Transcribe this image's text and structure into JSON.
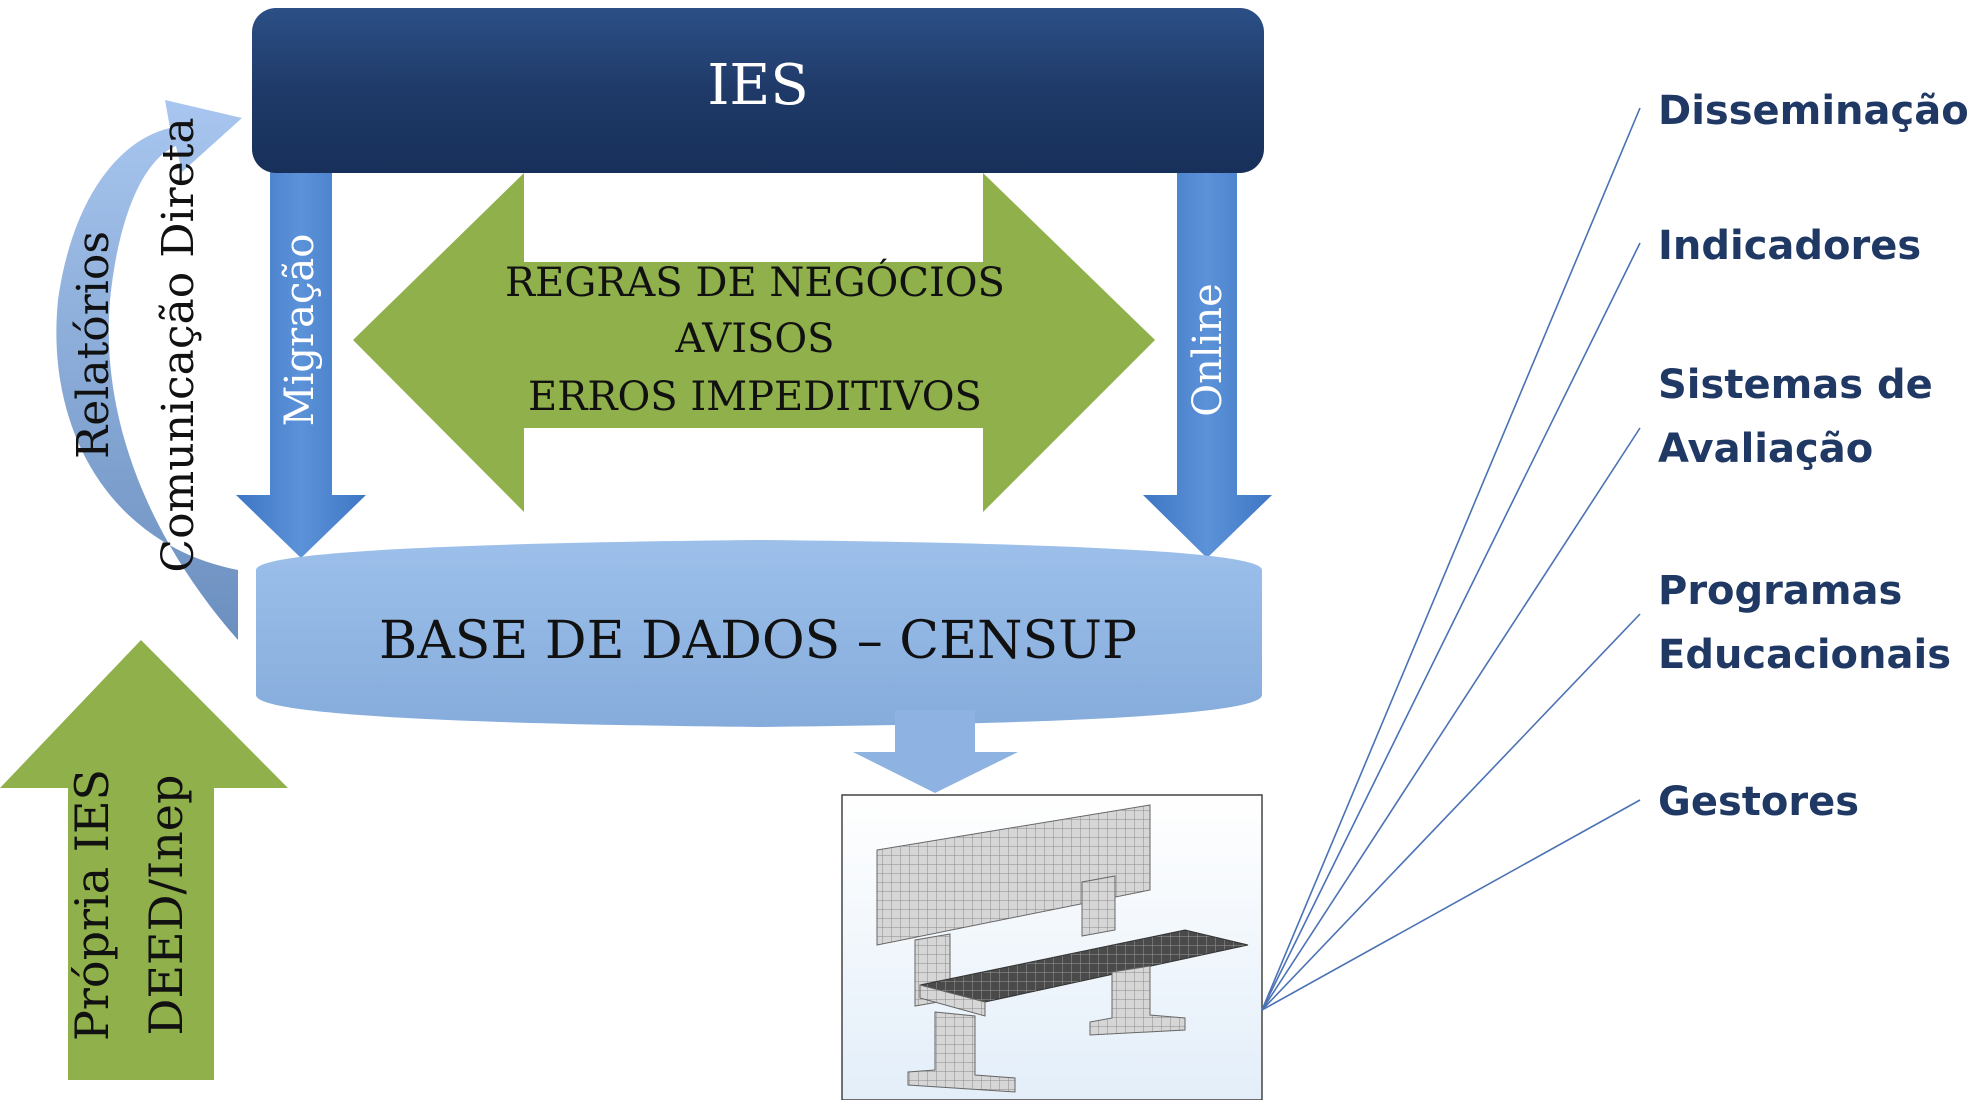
{
  "ies": {
    "label": "IES"
  },
  "rules": {
    "lines": [
      "REGRAS DE NEGÓCIOS",
      "AVISOS",
      "ERROS IMPEDITIVOS"
    ]
  },
  "left_arrow": {
    "label": "Migração"
  },
  "right_arrow": {
    "label": "Online"
  },
  "curved_arrow": {
    "line1": "Relatórios",
    "line2": "Comunicação Direta"
  },
  "database": {
    "label": "BASE DE DADOS – CENSUP"
  },
  "up_arrow": {
    "line1": "Própria IES",
    "line2": "DEED/Inep"
  },
  "outputs": [
    {
      "lines": [
        "Disseminação"
      ]
    },
    {
      "lines": [
        "Indicadores"
      ]
    },
    {
      "lines": [
        "Sistemas de",
        "Avaliação"
      ]
    },
    {
      "lines": [
        "Programas",
        "Educacionais"
      ]
    },
    {
      "lines": [
        "Gestores"
      ]
    }
  ],
  "colors": {
    "ies_box": "#1f3a68",
    "blue_arrow": "#4f86d0",
    "green": "#8fb04a",
    "database": "#8eb3e3",
    "output_text": "#1f3864",
    "fan_lines": "#4a72b5"
  }
}
